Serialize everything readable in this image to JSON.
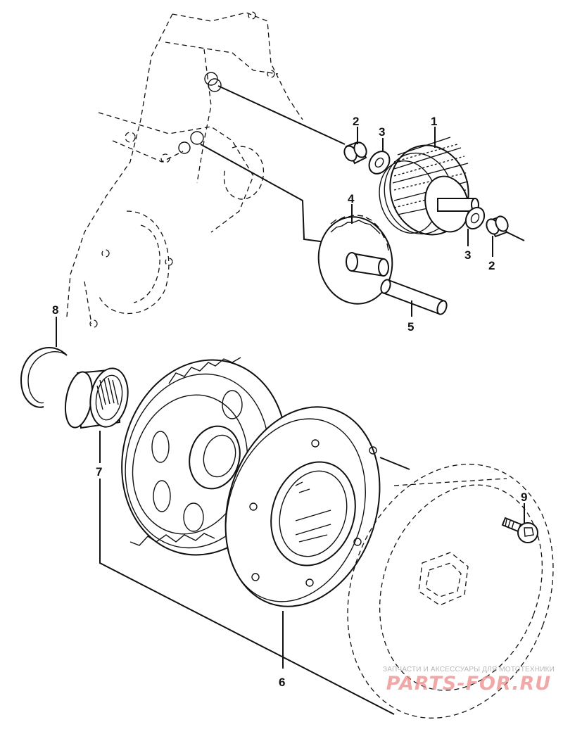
{
  "diagram": {
    "parts": [
      {
        "id": "1",
        "label": "1"
      },
      {
        "id": "2",
        "label": "2"
      },
      {
        "id": "3",
        "label": "3"
      },
      {
        "id": "4",
        "label": "4"
      },
      {
        "id": "5",
        "label": "5"
      },
      {
        "id": "6",
        "label": "6"
      },
      {
        "id": "7",
        "label": "7"
      },
      {
        "id": "8",
        "label": "8"
      },
      {
        "id": "9",
        "label": "9"
      }
    ]
  },
  "watermark": {
    "caption": "ЗАПЧАСТИ И АКСЕССУАРЫ ДЛЯ МОТОТЕХНИКИ",
    "logo": "PARTS-FOR.RU"
  }
}
